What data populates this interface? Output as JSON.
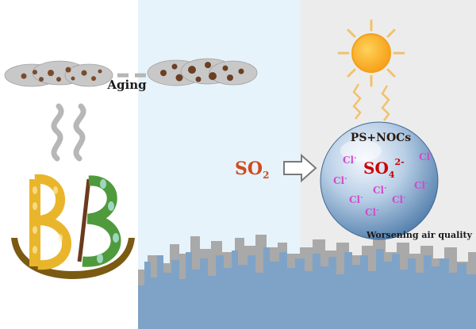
{
  "labels": {
    "aging": "Aging",
    "so2_main": "SO",
    "so2_sub": "2",
    "psnocs": "PS+NOCs",
    "so4_main": "SO",
    "so4_sub": "4",
    "so4_sup": "2-",
    "chloride": "Cl",
    "chloride_charge": "-",
    "worsening": "Worsening air quality",
    "bb_letters": "BB"
  },
  "colors": {
    "middle_panel": "#e6f3fa",
    "right_panel": "#ececec",
    "skyline_back": "#a9a9a9",
    "skyline_front": "#7fa3c6",
    "so2": "#d04a1e",
    "so4": "#cc0000",
    "chloride": "#d04ccf",
    "sun": "#f7a81d",
    "sun_ray": "#f3c16a",
    "sphere_light": "#e6f0fa",
    "sphere_dark": "#4a78a8",
    "aerosol": "#c8c8c8",
    "particle": "#7b4a2b",
    "bowl": "#7b5a12",
    "wheat": "#e9b52b",
    "leaf": "#4f9a3c",
    "smoke": "#b7b7b7"
  }
}
